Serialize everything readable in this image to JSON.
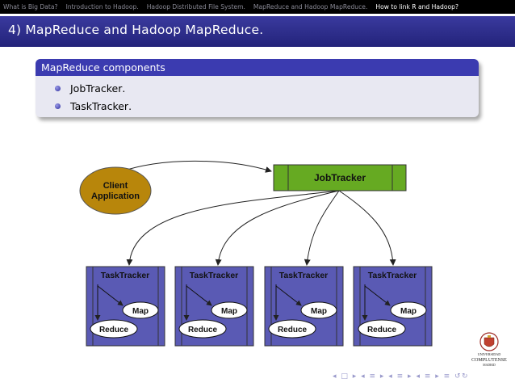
{
  "navbar": {
    "items": [
      {
        "label": "What is Big Data?",
        "active": false
      },
      {
        "label": "Introduction to Hadoop.",
        "active": false
      },
      {
        "label": "Hadoop Distributed File System.",
        "active": false
      },
      {
        "label": "MapReduce and Hadoop MapReduce.",
        "active": false
      },
      {
        "label": "How to link R and Hadoop?",
        "active": true
      }
    ]
  },
  "title": "4) MapReduce and Hadoop MapReduce.",
  "block": {
    "title": "MapReduce components",
    "items": [
      {
        "name": "JobTracker",
        "suffix": "."
      },
      {
        "name": "TaskTracker",
        "suffix": "."
      }
    ]
  },
  "diagram": {
    "client_line1": "Client",
    "client_line2": "Application",
    "jobtracker": "JobTracker",
    "tasktrackers": [
      {
        "label": "TaskTracker",
        "map": "Map",
        "reduce": "Reduce"
      },
      {
        "label": "TaskTracker",
        "map": "Map",
        "reduce": "Reduce"
      },
      {
        "label": "TaskTracker",
        "map": "Map",
        "reduce": "Reduce"
      },
      {
        "label": "TaskTracker",
        "map": "Map",
        "reduce": "Reduce"
      }
    ],
    "colors": {
      "client": "#b8860b",
      "jobtracker": "#66aa22",
      "tasktracker": "#5a5ab4"
    }
  },
  "logo": {
    "line1": "UNIVERSIDAD",
    "line2": "COMPLUTENSE",
    "line3": "MADRID"
  },
  "bottom_nav": {
    "icons": [
      "nav-left-icon",
      "nav-frame-icon",
      "nav-right-icon",
      "nav-subsection-icon",
      "nav-section-icon",
      "nav-align-icon",
      "nav-search-icon"
    ],
    "text": "◂ □ ▸ ◂ ≡ ▸ ◂ ≡ ▸ ◂ ≡ ▸ ≡ ↺↻"
  }
}
